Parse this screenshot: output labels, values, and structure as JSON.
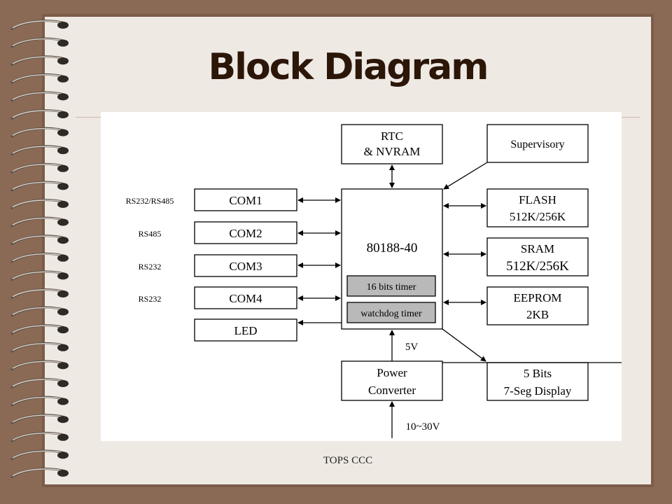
{
  "slide": {
    "title": "Block Diagram",
    "footer": "TOPS CCC"
  },
  "diagram": {
    "cpu": {
      "label": "80188-40",
      "timer": "16 bits timer",
      "watchdog": "watchdog timer"
    },
    "rtc": [
      "RTC",
      "& NVRAM"
    ],
    "supervisory": "Supervisory",
    "flash": [
      "FLASH",
      "512K/256K"
    ],
    "sram": [
      "SRAM",
      "512K/256K"
    ],
    "eeprom": [
      "EEPROM",
      "2KB"
    ],
    "seg": [
      "5 Bits",
      "7-Seg Display"
    ],
    "power": [
      "Power",
      "Converter"
    ],
    "power_out": "5V",
    "power_in": "10~30V",
    "ports": [
      {
        "label": "COM1",
        "iface": "RS232/RS485"
      },
      {
        "label": "COM2",
        "iface": "RS485"
      },
      {
        "label": "COM3",
        "iface": "RS232"
      },
      {
        "label": "COM4",
        "iface": "RS232"
      },
      {
        "label": "LED",
        "iface": ""
      }
    ]
  },
  "colors": {
    "frame": "#8a6a55",
    "page": "#efe9e4",
    "title": "#2b1608",
    "timer_fill": "#b9b9b9"
  }
}
